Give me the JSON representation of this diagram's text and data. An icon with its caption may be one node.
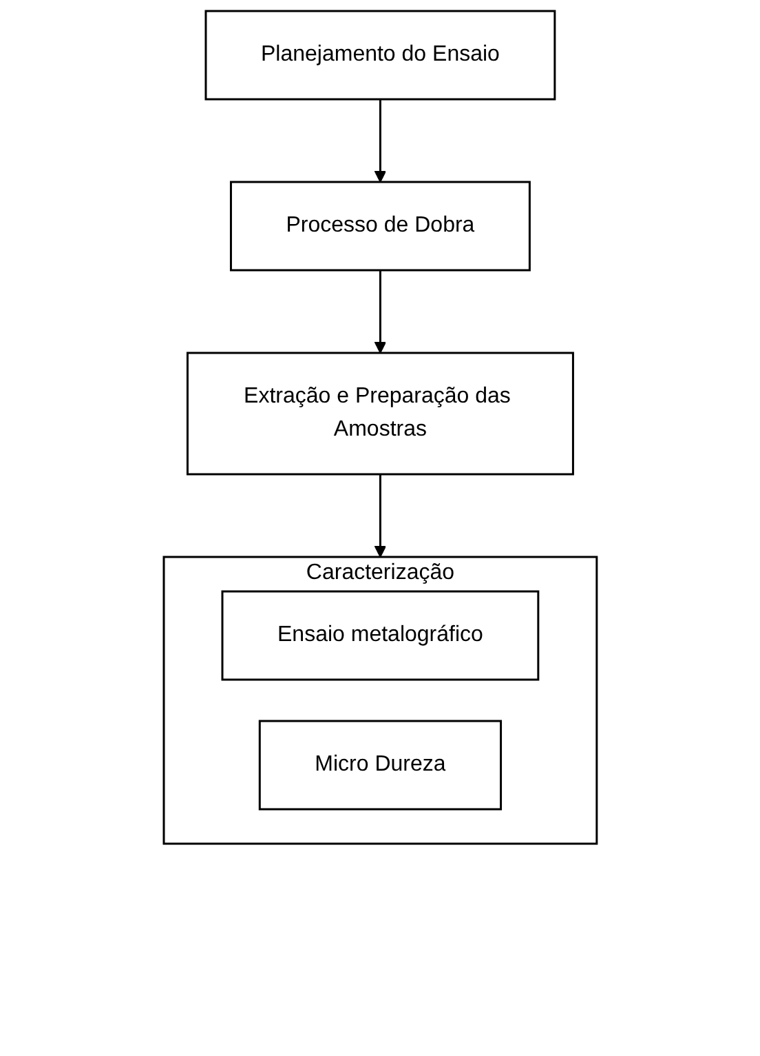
{
  "diagram": {
    "nodes": [
      {
        "text": [
          "Planejamento do Ensaio"
        ]
      },
      {
        "text": [
          "Processo de Dobra"
        ]
      },
      {
        "text": [
          "Extração e Preparação das Amostras"
        ]
      },
      {
        "text": [
          "Caracterização"
        ]
      },
      {
        "text": [
          "Ensaio metalográfico"
        ],
        "in": 3
      },
      {
        "text": [
          "Micro Dureza"
        ],
        "in": 3
      }
    ],
    "edges": [
      {
        "from": 0,
        "to": 1,
        "arrow": "to"
      },
      {
        "from": 1,
        "to": 2,
        "arrow": "to"
      },
      {
        "from": 2,
        "to": 3,
        "arrow": "to"
      }
    ]
  }
}
